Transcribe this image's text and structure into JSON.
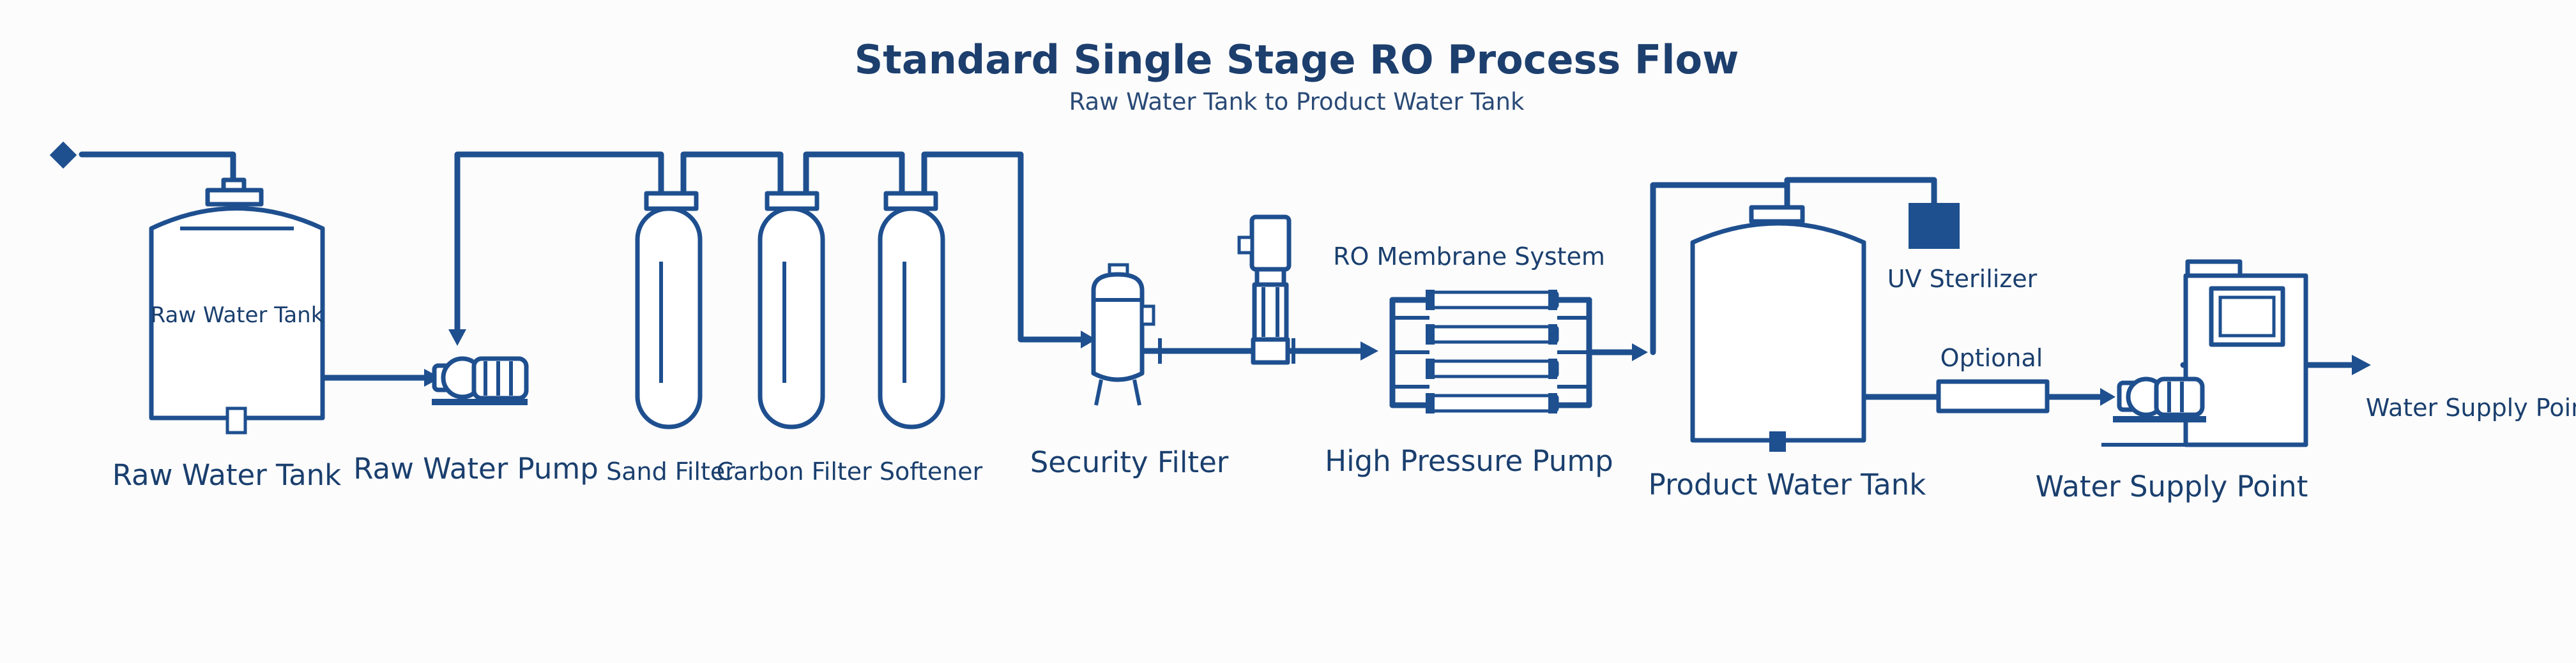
{
  "diagram": {
    "title": "Standard Single Stage RO Process Flow",
    "subtitle": "Raw Water Tank to Product Water Tank",
    "colors": {
      "line": "#1e4f8f",
      "text": "#1a3f6e",
      "background": "#fcfcfc"
    },
    "labels": {
      "raw_water_tank_inner": "Raw Water Tank",
      "raw_water_tank": "Raw Water Tank",
      "raw_water_pump": "Raw Water Pump",
      "sand_filter": "Sand Filter",
      "carbon_filter_softener": "Carbon Filter Softener",
      "security_filter": "Security Filter",
      "ro_membrane_system": "RO Membrane System",
      "high_pressure_pump": "High Pressure Pump",
      "product_water_tank": "Product Water Tank",
      "uv_sterilizer": "UV Sterilizer",
      "optional": "Optional",
      "water_supply_point_outlet": "Water Supply Point",
      "water_supply_point": "Water Supply Point"
    }
  }
}
